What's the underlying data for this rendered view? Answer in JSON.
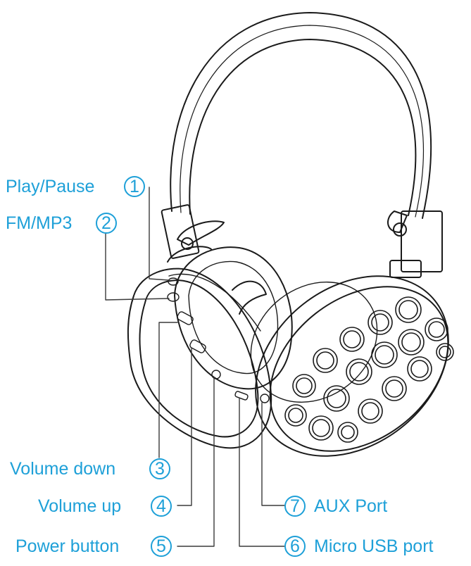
{
  "colors": {
    "accent": "#1ea0d8",
    "line": "#1a1a1a",
    "leader": "#3a3a3a"
  },
  "callouts": [
    {
      "id": 1,
      "number": "1",
      "label": "Play/Pause"
    },
    {
      "id": 2,
      "number": "2",
      "label": "FM/MP3"
    },
    {
      "id": 3,
      "number": "3",
      "label": "Volume down"
    },
    {
      "id": 4,
      "number": "4",
      "label": "Volume up"
    },
    {
      "id": 5,
      "number": "5",
      "label": "Power button"
    },
    {
      "id": 6,
      "number": "6",
      "label": "Micro USB port"
    },
    {
      "id": 7,
      "number": "7",
      "label": "AUX Port"
    }
  ]
}
